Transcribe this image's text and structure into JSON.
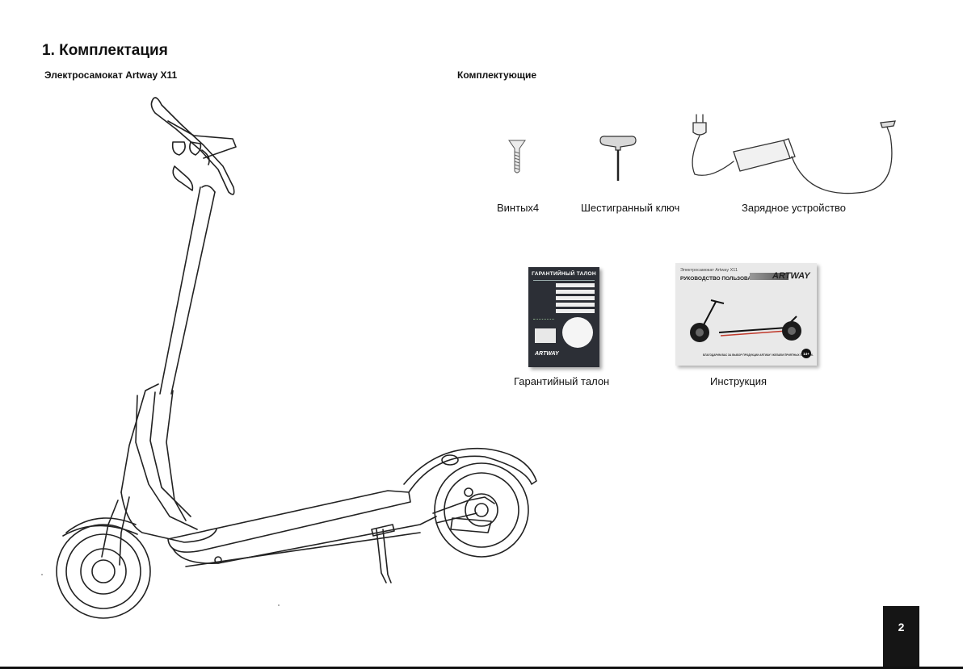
{
  "section": {
    "title": "1. Комплектация"
  },
  "left_column": {
    "subtitle": "Электросамокат Artway X11"
  },
  "right_column": {
    "subtitle": "Комплектующие",
    "items": [
      {
        "label": "Винтых4",
        "icon": "screw-icon"
      },
      {
        "label": "Шестигранный ключ",
        "icon": "hex-key-icon"
      },
      {
        "label": "Зарядное устройство",
        "icon": "charger-icon"
      },
      {
        "label": "Гарантийный талон",
        "icon": "warranty-card-icon"
      },
      {
        "label": "Инструкция",
        "icon": "manual-booklet-icon"
      }
    ]
  },
  "warranty_card": {
    "header": "ГАРАНТИЙНЫЙ ТАЛОН",
    "logo": "ARTWAY"
  },
  "manual_cover": {
    "line1": "Электросамокат Artway X11",
    "line2": "РУКОВОДСТВО ПОЛЬЗОВАТЕЛЯ",
    "logo": "ARTWAY",
    "footer": "БЛАГОДАРИМ ВАС ЗА ВЫБОР ПРОДУКЦИИ ARTWAY! ЖЕЛАЕМ ПРИЯТНЫХ ПОЕЗДОК.",
    "age_badge": "14+"
  },
  "page": {
    "number": "2"
  },
  "colors": {
    "text": "#111111",
    "page_badge": "#151515",
    "card_dark": "#2c2f36",
    "manual_bg": "#e9e9e9",
    "accent_red": "#c0392b"
  }
}
